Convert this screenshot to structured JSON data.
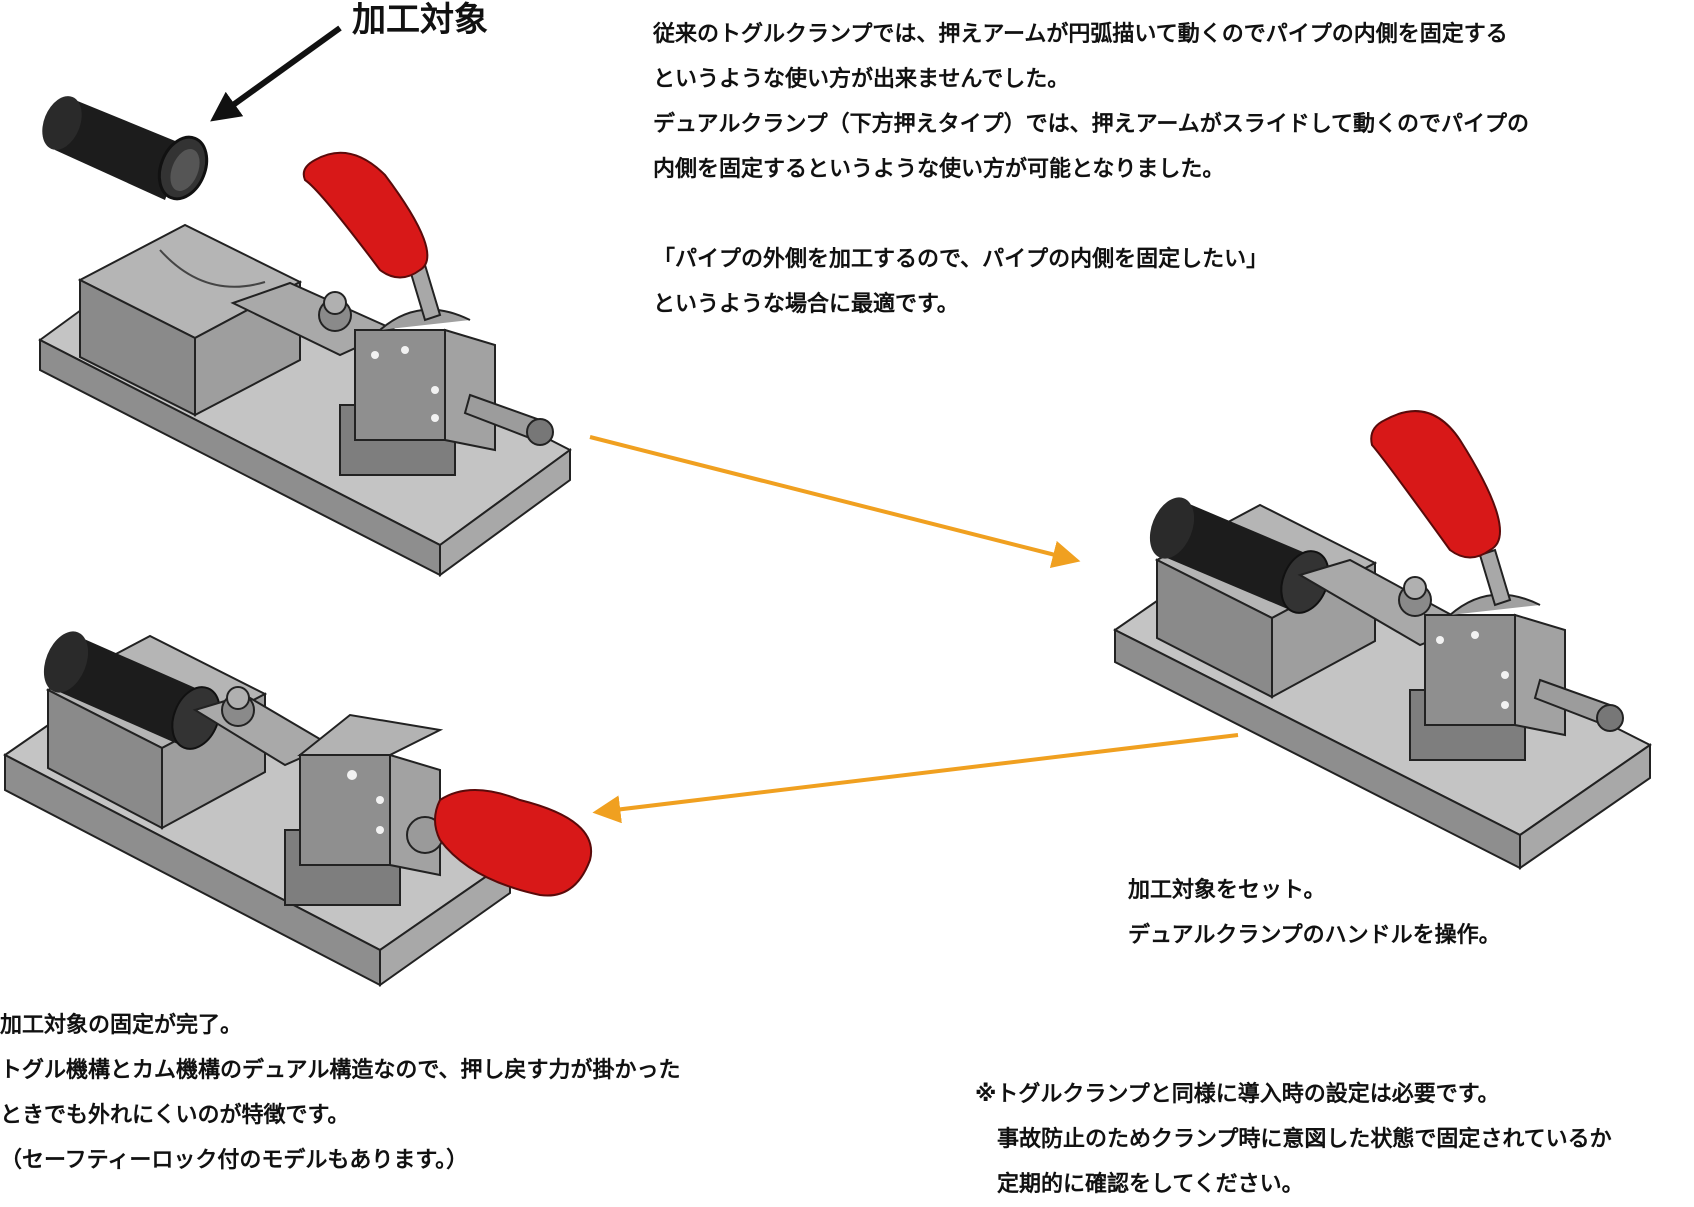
{
  "workpiece_label": "加工対象",
  "intro": {
    "line1": "従来のトグルクランプでは、押えアームが円弧描いて動くのでパイプの内側を固定する",
    "line2": "というような使い方が出来ませんでした。",
    "line3": "デュアルクランプ（下方押えタイプ）では、押えアームがスライドして動くのでパイプの",
    "line4": "内側を固定するというような使い方が可能となりました。",
    "line5": "「パイプの外側を加工するので、パイプの内側を固定したい」",
    "line6": "というような場合に最適です。"
  },
  "step_set": {
    "line1": "加工対象をセット。",
    "line2": "デュアルクランプのハンドルを操作。"
  },
  "step_done": {
    "line1": "加工対象の固定が完了。",
    "line2": "トグル機構とカム機構のデュアル構造なので、押し戻す力が掛かった",
    "line3": "ときでも外れにくいのが特徴です。",
    "line4": "（セーフティーロック付のモデルもあります。）"
  },
  "note": {
    "line1": "※トグルクランプと同様に導入時の設定は必要です。",
    "line2": "　事故防止のためクランプ時に意図した状態で固定されているか",
    "line3": "　定期的に確認をしてください。"
  },
  "colors": {
    "arrow_orange": "#f0a020",
    "handle_red": "#d81818",
    "steel_light": "#b9b9b9",
    "steel_mid": "#9a9a9a",
    "steel_dark": "#6e6e6e",
    "pipe_black": "#1c1c1c"
  }
}
